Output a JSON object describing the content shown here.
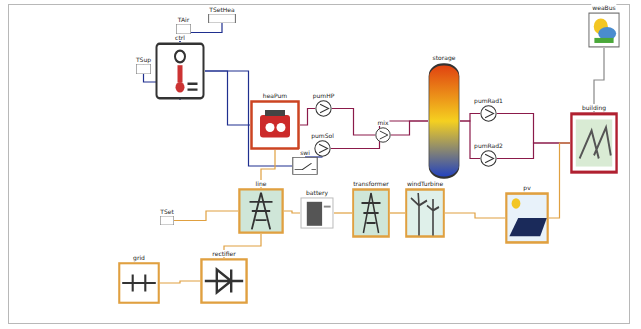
{
  "diagram": {
    "nodes": [
      {
        "text": [
          "TSetHea"
        ]
      },
      {
        "text": [
          "TAir"
        ]
      },
      {
        "text": [
          "TSup"
        ]
      },
      {
        "text": [
          "ctrl"
        ]
      },
      {
        "text": [
          "heaPum"
        ]
      },
      {
        "text": [
          "pumHP"
        ]
      },
      {
        "text": [
          "pumSol"
        ]
      },
      {
        "text": [
          "mix"
        ]
      },
      {
        "text": [
          "storage"
        ]
      },
      {
        "text": [
          "pumRad1"
        ]
      },
      {
        "text": [
          "pumRad2"
        ]
      },
      {
        "text": [
          "building"
        ]
      },
      {
        "text": [
          "weaBus"
        ]
      },
      {
        "text": [
          "swi"
        ]
      },
      {
        "text": [
          "TSet"
        ]
      },
      {
        "text": [
          "grid"
        ]
      },
      {
        "text": [
          "rectifier"
        ]
      },
      {
        "text": [
          "line"
        ]
      },
      {
        "text": [
          "battery"
        ]
      },
      {
        "text": [
          "transformer"
        ]
      },
      {
        "text": [
          "windTurbine"
        ]
      },
      {
        "text": [
          "pv"
        ]
      }
    ],
    "edges": [
      {
        "from": 4,
        "to": 5,
        "arrow": "none"
      },
      {
        "from": 5,
        "to": 7,
        "arrow": "none"
      },
      {
        "from": 7,
        "to": 8,
        "arrow": "none"
      },
      {
        "from": 8,
        "to": 9,
        "arrow": "none"
      },
      {
        "from": 8,
        "to": 10,
        "arrow": "none"
      },
      {
        "from": 9,
        "to": 11,
        "arrow": "none"
      },
      {
        "from": 10,
        "to": 11,
        "arrow": "none"
      },
      {
        "from": 3,
        "to": 4,
        "arrow": "none"
      },
      {
        "from": 3,
        "to": 13,
        "arrow": "none"
      },
      {
        "from": 13,
        "to": 6,
        "arrow": "none"
      },
      {
        "from": 6,
        "to": 8,
        "arrow": "none"
      },
      {
        "from": 12,
        "to": 11,
        "arrow": "none"
      },
      {
        "from": 1,
        "to": 3,
        "arrow": "none"
      },
      {
        "from": 2,
        "to": 3,
        "arrow": "none"
      },
      {
        "from": 0,
        "to": 3,
        "arrow": "none"
      },
      {
        "from": 15,
        "to": 16,
        "arrow": "none"
      },
      {
        "from": 16,
        "to": 17,
        "arrow": "none"
      },
      {
        "from": 17,
        "to": 18,
        "arrow": "none"
      },
      {
        "from": 18,
        "to": 19,
        "arrow": "none"
      },
      {
        "from": 19,
        "to": 20,
        "arrow": "none"
      },
      {
        "from": 20,
        "to": 21,
        "arrow": "none"
      },
      {
        "from": 4,
        "to": 17,
        "arrow": "none"
      },
      {
        "from": 11,
        "to": 21,
        "arrow": "none"
      },
      {
        "from": 14,
        "to": 17,
        "arrow": "none"
      }
    ]
  }
}
